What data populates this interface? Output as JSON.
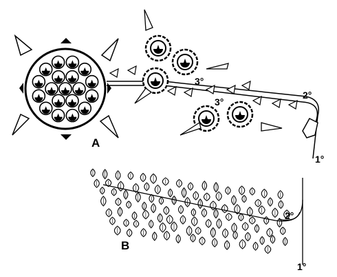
{
  "diagram": {
    "panel_a": {
      "label": "A",
      "order_labels": [
        "3°",
        "3°",
        "2°",
        "1°"
      ]
    },
    "panel_b": {
      "label": "B",
      "order_labels": [
        "2°",
        "1°"
      ]
    }
  }
}
